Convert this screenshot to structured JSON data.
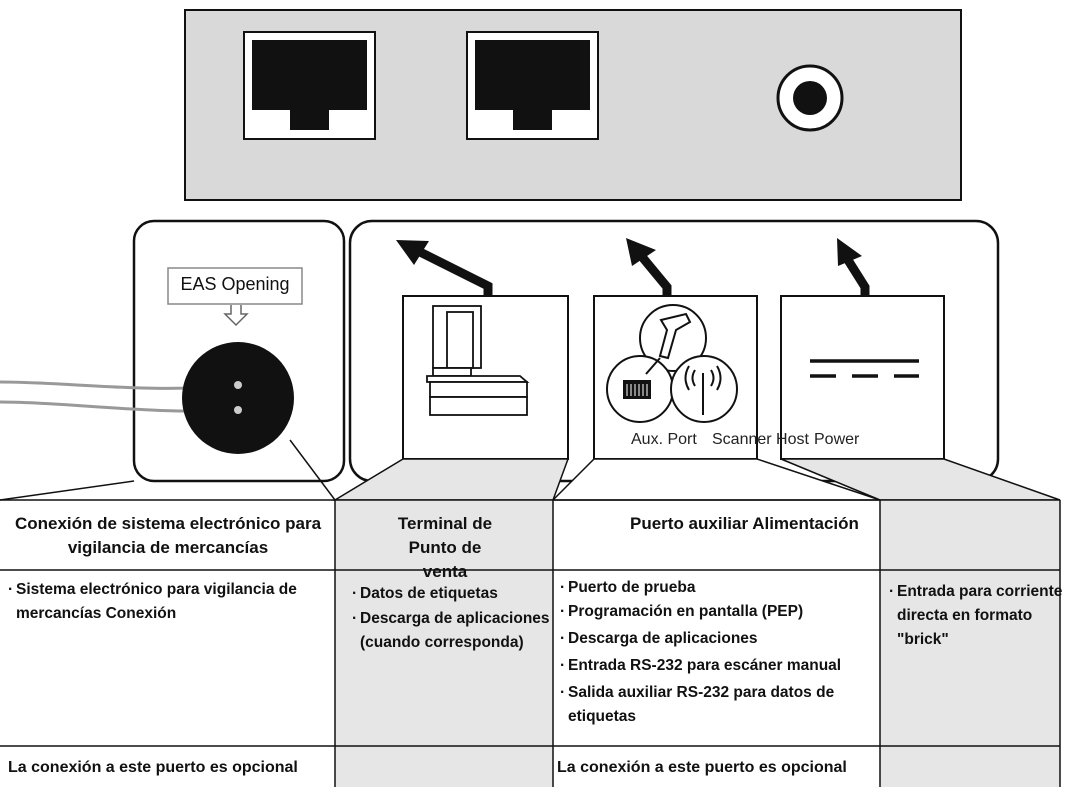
{
  "colors": {
    "ink": "#111111",
    "panel_gray": "#d9d9d9",
    "shade_gray": "#e6e6e6"
  },
  "connector_labels": {
    "eas_opening": "EAS Opening",
    "aux_port": "Aux. Port",
    "scanner_host": "Scanner Host",
    "power": "Power"
  },
  "columns": [
    {
      "header": "Conexión de sistema electrónico para vigilancia de mercancías",
      "items": [
        "Sistema electrónico para vigilancia de mercancías Conexión"
      ],
      "note": "La conexión a este puerto es opcional"
    },
    {
      "header": "Terminal de Punto de venta",
      "items": [
        "Datos de etiquetas",
        "Descarga de aplicaciones (cuando corresponda)"
      ],
      "note": ""
    },
    {
      "header": "Puerto auxiliar Alimentación",
      "items": [
        "Puerto de prueba",
        "Programación en pantalla (PEP)",
        "Descarga de aplicaciones",
        "Entrada RS-232 para escáner manual",
        "Salida auxiliar RS-232 para datos de etiquetas"
      ],
      "note": "La conexión a este puerto es opcional"
    },
    {
      "header": "",
      "items": [
        "Entrada para corriente directa en formato \"brick\""
      ],
      "note": ""
    }
  ],
  "icons": [
    "rj45-port-icon",
    "rj45-port-icon",
    "round-power-jack-icon",
    "arrow-up-left-icon",
    "pos-terminal-icon",
    "scanner-and-tags-icon",
    "dc-power-symbol-icon"
  ]
}
